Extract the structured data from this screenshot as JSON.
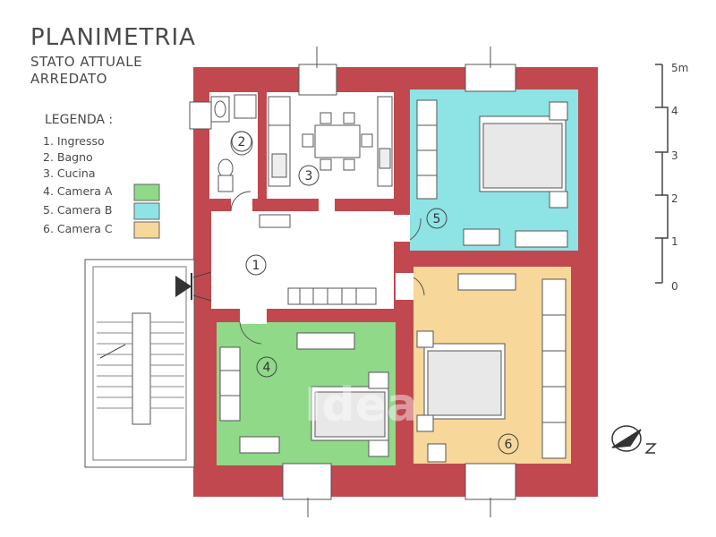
{
  "title": "PLANIMETRIA",
  "subtitle_lines": [
    "STATO ATTUALE",
    "ARREDATO"
  ],
  "legend": {
    "title": "LEGENDA :",
    "items": [
      {
        "label": "1. Ingresso",
        "swatch": ""
      },
      {
        "label": "2. Bagno",
        "swatch": ""
      },
      {
        "label": "3. Cucina",
        "swatch": ""
      },
      {
        "label": "4. Camera A",
        "swatch": "#8fd989"
      },
      {
        "label": "5. Camera B",
        "swatch": "#8ee4e4"
      },
      {
        "label": "6. Camera C",
        "swatch": "#f7d79a"
      }
    ]
  },
  "rooms": {
    "r1": "1",
    "r2": "2",
    "r3": "3",
    "r4": "4",
    "r5": "5",
    "r6": "6"
  },
  "scale": {
    "unit_top": "5m",
    "ticks": [
      "4",
      "3",
      "2",
      "1",
      "0"
    ]
  },
  "watermark": "Idea",
  "colors": {
    "wall": "#c0484e",
    "camera_a": "#8fd989",
    "camera_b": "#8ee4e4",
    "camera_c": "#f7d79a",
    "ink": "#4a4a4a"
  }
}
